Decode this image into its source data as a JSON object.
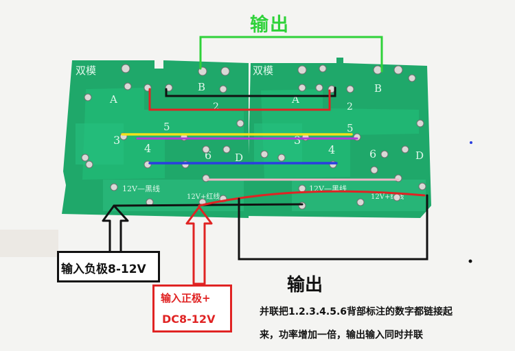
{
  "annotations": {
    "output_top": "输出",
    "input_negative": "输入负极8-12V",
    "input_positive_line1": "输入正极+",
    "input_positive_line2": "DC8-12V",
    "output_bottom": "输出",
    "note_line1": "并联把1.2.3.4.5.6背部标注的数字都链接起",
    "note_line2": "来，功率增加一倍，输出输入同时并联"
  },
  "pcb_left": {
    "mode": "双模",
    "labels": {
      "a": "A",
      "b": "B",
      "d": "D",
      "n2": "2",
      "n3": "3",
      "n4": "4",
      "n5": "5",
      "n6": "6"
    },
    "strip": "12V—黑线",
    "strip2": "12V+红线"
  },
  "pcb_right": {
    "mode": "双模",
    "labels": {
      "a": "A",
      "b": "B",
      "d": "D",
      "n2": "2",
      "n3": "3",
      "n4": "4",
      "n5": "5",
      "n6": "6"
    },
    "strip": "12V—黑线",
    "strip2": "12V+红线"
  },
  "colors": {
    "board": "#1fa86a",
    "trace": "#21c07a",
    "output_wire": "#2fd23a",
    "negative_wire": "#111111",
    "positive_wire": "#e02323",
    "yellow_wire": "#f3e21a",
    "purple_wire": "#b23ad8",
    "blue_wire": "#2a3ee0",
    "pink_wire": "#f1b7c8"
  }
}
